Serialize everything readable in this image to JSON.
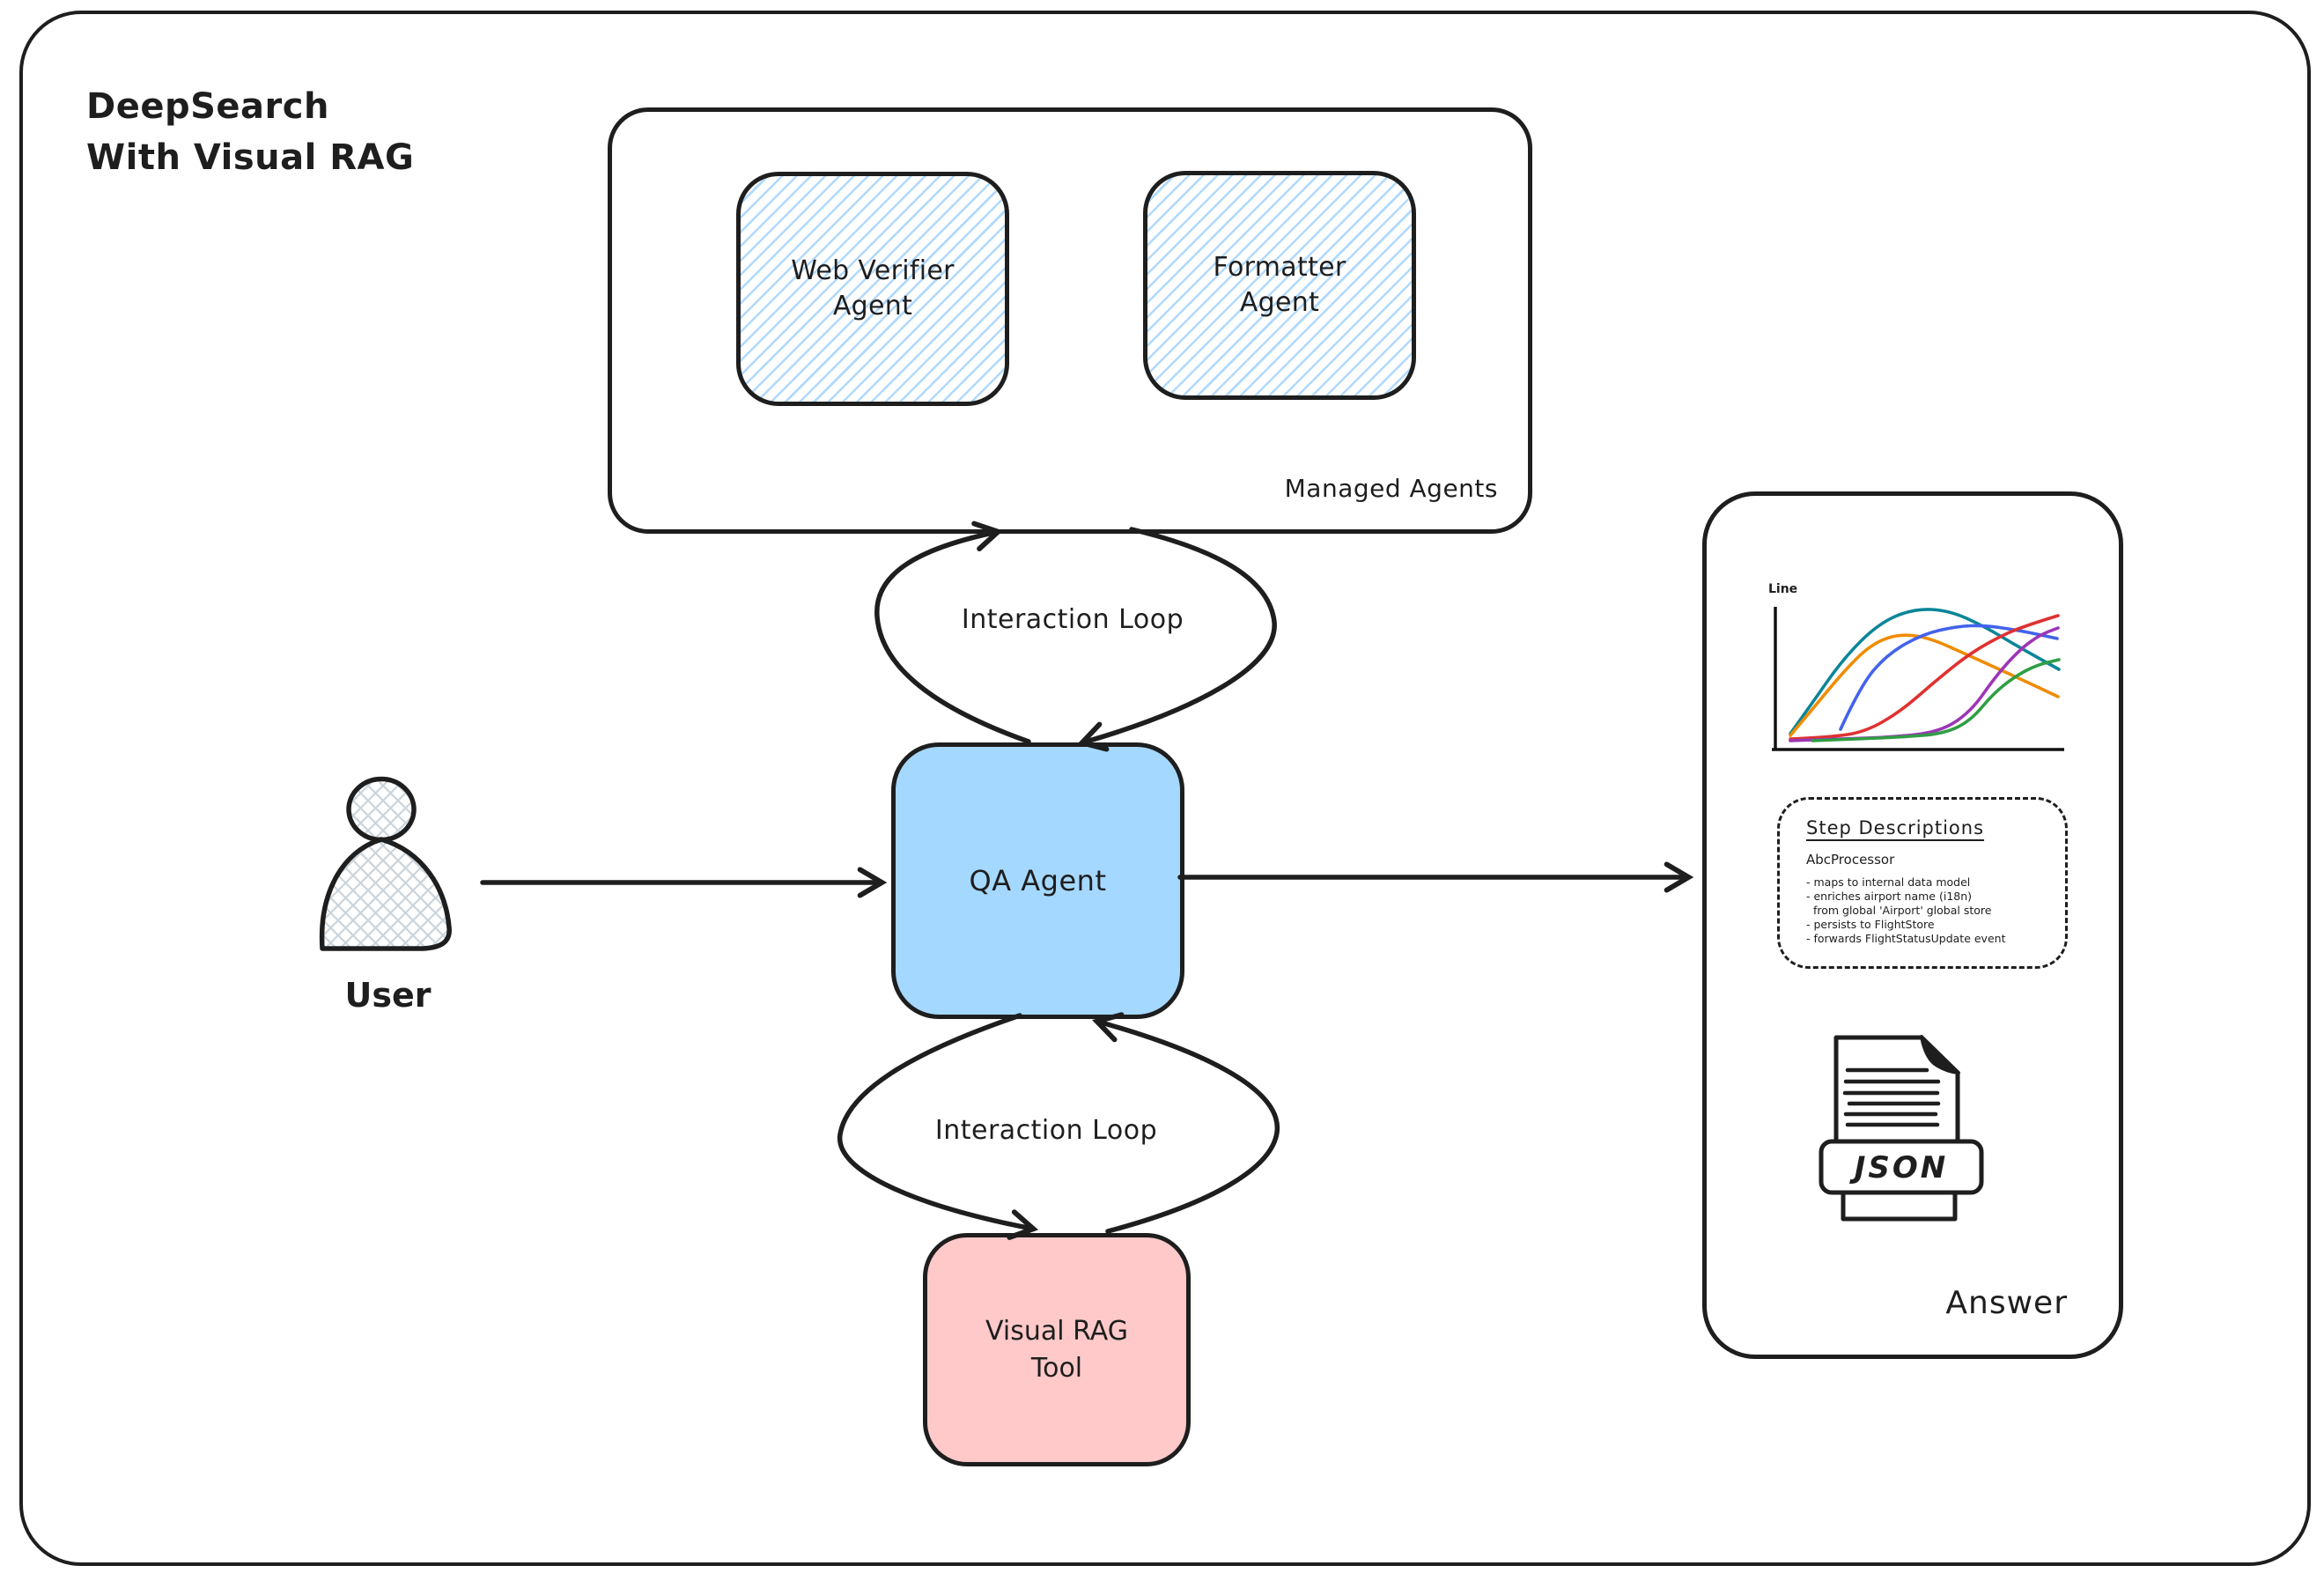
{
  "title": {
    "line1": "DeepSearch",
    "line2": "With Visual RAG",
    "text": "DeepSearch\nWith Visual RAG"
  },
  "managed_agents": {
    "label": "Managed Agents",
    "agents": [
      {
        "label": "Web Verifier Agent"
      },
      {
        "label": "Formatter Agent"
      }
    ],
    "hatch_color": "#86c5fc"
  },
  "loops": {
    "top": {
      "label": "Interaction Loop"
    },
    "bottom": {
      "label": "Interaction Loop"
    }
  },
  "qa_agent": {
    "label": "QA Agent",
    "fill": "#a5d8ff"
  },
  "user": {
    "label": "User"
  },
  "visual_rag_tool": {
    "label": "Visual RAG\nTool",
    "fill": "#ffc9c9"
  },
  "answer_panel": {
    "label": "Answer",
    "chart": {
      "type": "line",
      "title": "Line",
      "axes": true,
      "legend": false,
      "series": [
        {
          "name": "teal",
          "color": "#0c8599",
          "points": [
            [
              35,
              152
            ],
            [
              60,
              117
            ],
            [
              95,
              67
            ],
            [
              135,
              27
            ],
            [
              175,
              10
            ],
            [
              215,
              12
            ],
            [
              255,
              30
            ],
            [
              295,
              54
            ],
            [
              340,
              79
            ]
          ]
        },
        {
          "name": "orange",
          "color": "#f08c00",
          "points": [
            [
              35,
              154
            ],
            [
              62,
              122
            ],
            [
              95,
              82
            ],
            [
              125,
              52
            ],
            [
              155,
              39
            ],
            [
              190,
              42
            ],
            [
              235,
              62
            ],
            [
              290,
              87
            ],
            [
              339,
              110
            ]
          ]
        },
        {
          "name": "blue",
          "color": "#4263eb",
          "points": [
            [
              92,
              147
            ],
            [
              115,
              97
            ],
            [
              145,
              62
            ],
            [
              185,
              39
            ],
            [
              225,
              30
            ],
            [
              255,
              29
            ],
            [
              290,
              34
            ],
            [
              315,
              39
            ],
            [
              338,
              44
            ]
          ]
        },
        {
          "name": "red",
          "color": "#e03131",
          "points": [
            [
              35,
              158
            ],
            [
              80,
              156
            ],
            [
              120,
              150
            ],
            [
              160,
              127
            ],
            [
              200,
              92
            ],
            [
              240,
              60
            ],
            [
              280,
              38
            ],
            [
              310,
              27
            ],
            [
              339,
              18
            ]
          ]
        },
        {
          "name": "purple",
          "color": "#9c36b5",
          "points": [
            [
              35,
              160
            ],
            [
              90,
              158
            ],
            [
              150,
              156
            ],
            [
              205,
              150
            ],
            [
              240,
              127
            ],
            [
              268,
              87
            ],
            [
              295,
              57
            ],
            [
              318,
              40
            ],
            [
              339,
              32
            ]
          ]
        },
        {
          "name": "green",
          "color": "#2f9e44",
          "points": [
            [
              60,
              160
            ],
            [
              110,
              158
            ],
            [
              160,
              156
            ],
            [
              210,
              152
            ],
            [
              240,
              137
            ],
            [
              265,
              107
            ],
            [
              290,
              87
            ],
            [
              315,
              74
            ],
            [
              340,
              68
            ]
          ]
        }
      ]
    },
    "step_descriptions": {
      "title": "Step Descriptions",
      "subtitle": "AbcProcessor",
      "bullets": [
        "- maps to internal data model",
        "- enriches airport name (i18n)\n  from global 'Airport' global store",
        "- persists to FlightStore",
        "- forwards FlightStatusUpdate event"
      ]
    },
    "json_icon": {
      "label": "JSON"
    }
  },
  "colors": {
    "stroke": "#1e1e1e"
  }
}
